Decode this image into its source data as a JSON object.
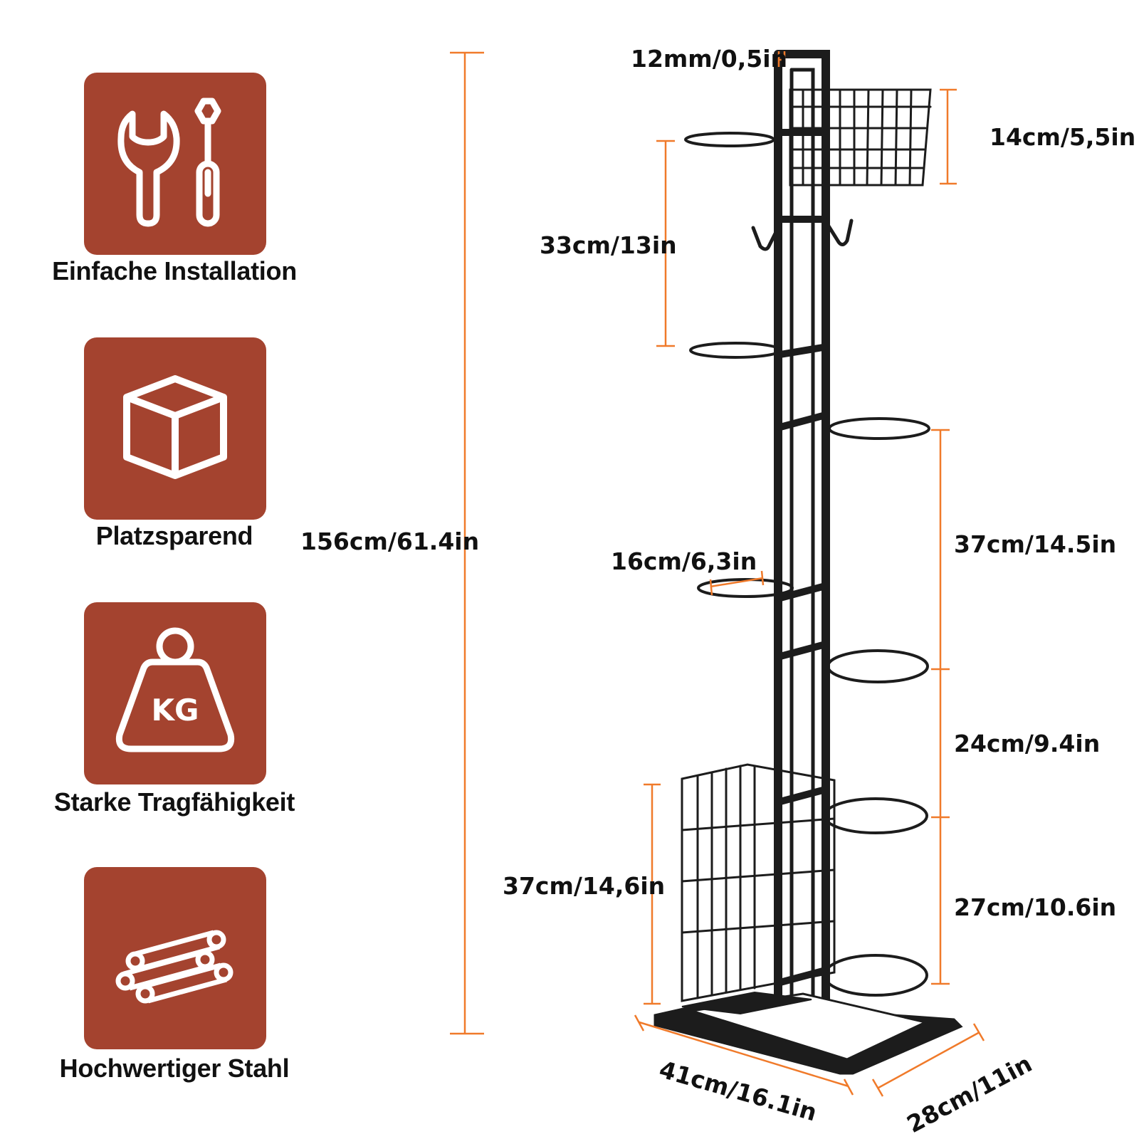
{
  "features": [
    {
      "label": "Einfache Installation",
      "icon": "tools-icon"
    },
    {
      "label": "Platzsparend",
      "icon": "box-icon"
    },
    {
      "label": "Starke Tragfähigkeit",
      "icon": "weight-icon"
    },
    {
      "label": "Hochwertiger Stahl",
      "icon": "steel-bars-icon"
    }
  ],
  "icon_text": {
    "weight": "KG"
  },
  "dimensions": {
    "height_total": "156cm/61.4in",
    "bar_width": "12mm/0,5in",
    "top_basket": "14cm/5,5in",
    "upper_gap": "33cm/13in",
    "ring_width": "16cm/6,3in",
    "right_gap_1": "37cm/14.5in",
    "right_gap_2": "24cm/9.4in",
    "right_gap_3": "27cm/10.6in",
    "bottom_basket": "37cm/14,6in",
    "base_length": "41cm/16.1in",
    "base_depth": "28cm/11in"
  },
  "colors": {
    "accent": "#a4432f",
    "dimension_line": "#f07a2a",
    "rack": "#1c1c1c"
  }
}
